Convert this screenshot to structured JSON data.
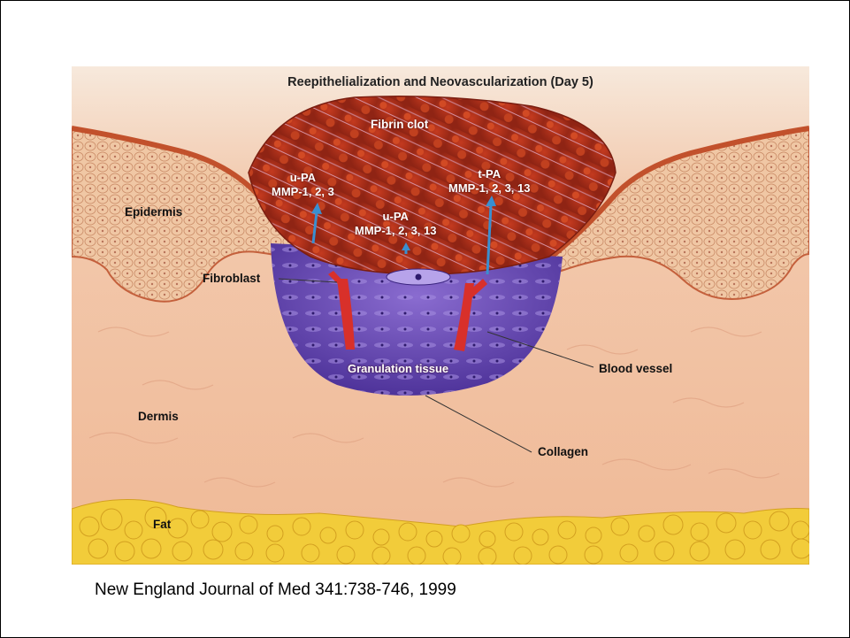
{
  "figure": {
    "title": "Reepithelialization and Neovascularization (Day 5)",
    "labels": {
      "fibrin_clot": "Fibrin clot",
      "epidermis": "Epidermis",
      "fibroblast": "Fibroblast",
      "granulation_tissue": "Granulation tissue",
      "blood_vessel": "Blood vessel",
      "dermis": "Dermis",
      "collagen": "Collagen",
      "fat": "Fat"
    },
    "enzymes": {
      "left": {
        "line1": "u-PA",
        "line2": "MMP-1, 2, 3"
      },
      "center": {
        "line1": "u-PA",
        "line2": "MMP-1, 2, 3, 13"
      },
      "right": {
        "line1": "t-PA",
        "line2": "MMP-1, 2, 3, 13"
      }
    },
    "colors": {
      "dermis": "#f3c8a8",
      "epidermis": "#e9a27c",
      "clot": "#b8321c",
      "granulation": "#5a3ea8",
      "vessel": "#d8302a",
      "fat": "#f2cc3a",
      "arrow": "#3a8fd0"
    }
  },
  "citation": "New England Journal of Med 341:738-746, 1999"
}
